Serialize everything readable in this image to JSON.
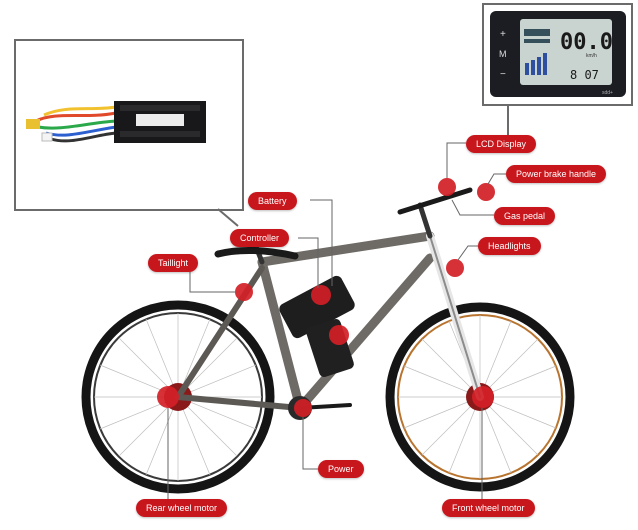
{
  "labels": {
    "lcd_display": "LCD Display",
    "power_brake_handle": "Power brake handle",
    "gas_pedal": "Gas pedal",
    "headlights": "Headlights",
    "battery": "Battery",
    "controller": "Controller",
    "taillight": "Taillight",
    "power": "Power",
    "rear_wheel_motor": "Rear wheel motor",
    "front_wheel_motor": "Front wheel motor"
  },
  "lcd": {
    "button_plus": "+",
    "button_m": "M",
    "button_minus": "−",
    "speed_readout": "00.0",
    "speed_unit": "km/h",
    "odometer_readout": "8 07",
    "brand_mark": "sdd+"
  },
  "controller_label_text": "",
  "colors": {
    "accent_red": "#c8161d",
    "frame_grey": "#6e6a66",
    "lcd_bg": "#1b1d22",
    "lcd_screen": "#c9d3cf"
  }
}
